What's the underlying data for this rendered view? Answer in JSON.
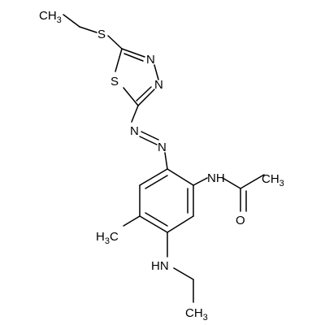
{
  "molecule": {
    "labels": {
      "s_thioether": "S",
      "s_ring": "S",
      "n_ring_top": "N",
      "n_ring_bottom": "N",
      "n_azo_upper": "N",
      "n_azo_lower": "N",
      "nh_amide": "NH",
      "o_carbonyl": "O",
      "hn_ethylamino": "HN",
      "ch3_ethyl_top_c": "CH",
      "ch3_ethyl_top_n": "3",
      "ch3_ethyl_bottom_c": "CH",
      "ch3_ethyl_bottom_n": "3",
      "ch3_aryl_c": "H",
      "ch3_aryl_n": "3",
      "ch3_aryl_tail": "C",
      "ch3_acetyl_c": "CH",
      "ch3_acetyl_n": "3"
    },
    "colors": {
      "bond": "#000000",
      "text": "#000000",
      "background": "#ffffff"
    }
  }
}
